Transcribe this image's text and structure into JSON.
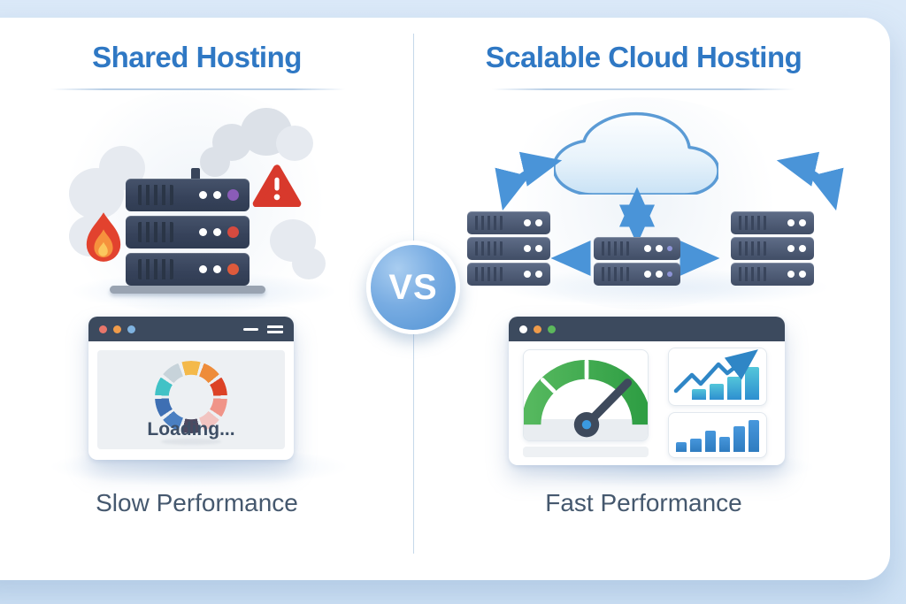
{
  "theme": {
    "bg": "#d7e7f7",
    "card_bg": "#ffffff",
    "divider": "#c6d8ea",
    "title_blue": "#2f78c4",
    "caption_slate": "#45586e",
    "badge_blue": "#5897d6",
    "titlebar_navy": "#3c4a5e",
    "server_slot": "#2a3546",
    "server_blue_slot": "#39455c",
    "arrow_blue": "#4a94d8",
    "cloud_stroke": "#5b9bd5",
    "smoke": "#dce1e8",
    "warning_red": "#d8392c",
    "flame_red": "#e2422e",
    "flame_orange": "#f6913d",
    "flame_yellow": "#fbc75e",
    "gauge_green_light": "#55b85e",
    "gauge_green": "#2f9e44",
    "needle_slate": "#3e4a5c",
    "hub_blue": "#3b9ae0",
    "line_blue": "#2f86c6",
    "bar_teal_top": "#53c6da",
    "bar_teal_bottom": "#2e8fd0",
    "bar_blue_top": "#4797dc",
    "bar_blue_bottom": "#2f7cc0",
    "window_panel": "#edf0f3",
    "loading_text": "#3e4f66"
  },
  "vs_badge": {
    "label": "VS"
  },
  "left": {
    "title": "Shared Hosting",
    "caption": "Slow Performance",
    "server_leds": [
      "#8a5cb8",
      "#d64a3f",
      "#dd5a3c"
    ],
    "window": {
      "titlebar_dots": [
        "#e8766b",
        "#ef9b4a",
        "#7fb3e0"
      ],
      "loading_label": "Loading...",
      "spinner_colors": [
        "#f4b94a",
        "#ee8c3a",
        "#dc4226",
        "#f09488",
        "#f2c4c1",
        "#4d4960",
        "#4a7fc1",
        "#3e6fb3",
        "#41c2c6",
        "#c7d3da"
      ]
    }
  },
  "right": {
    "title": "Scalable Cloud Hosting",
    "caption": "Fast Performance",
    "server_led": "#8d93d6",
    "window": {
      "titlebar_dots": [
        "#ffffff",
        "#ef9b4a",
        "#5cb85c"
      ],
      "top_chart_bars": [
        30,
        45,
        66,
        92
      ],
      "bottom_chart_bars": [
        28,
        40,
        62,
        46,
        76,
        95
      ]
    }
  }
}
